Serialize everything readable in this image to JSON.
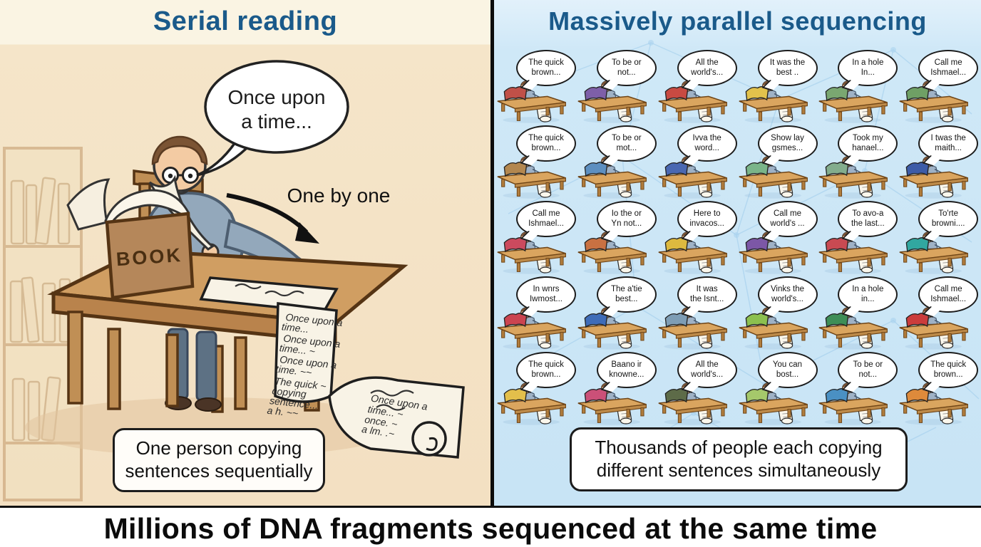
{
  "left_panel": {
    "title": "Serial reading",
    "speech_bubble": [
      "Once upon",
      "a time..."
    ],
    "annotation": "One by one",
    "book_label": "BOOK",
    "scroll_lines": [
      "Once upon a",
      "time...",
      "Once upon a",
      "time... ~",
      "Once upon a",
      "time. ~~",
      "The quick ~",
      "copying",
      "sentence...",
      "a h. ~~"
    ],
    "scroll_tail_lines": [
      "Once upon a",
      "time... ~",
      "once. ~",
      "a lm. .~"
    ],
    "caption": "One person copying\nsentences sequentially"
  },
  "right_panel": {
    "title": "Massively parallel sequencing",
    "caption": "Thousands of people each copying\ndifferent sentences simultaneously",
    "desks": [
      {
        "bubble": "The quick\nbrown...",
        "book_color": "#c05048"
      },
      {
        "bubble": "To be or\nnot...",
        "book_color": "#7e5fa8"
      },
      {
        "bubble": "All the\nworld's...",
        "book_color": "#c84a42"
      },
      {
        "bubble": "It was the\nbest ..",
        "book_color": "#e2c24c"
      },
      {
        "bubble": "In a hole\nIn...",
        "book_color": "#7aa771"
      },
      {
        "bubble": "Call me\nIshmael...",
        "book_color": "#6fa065"
      },
      {
        "bubble": "The quick\nbrown...",
        "book_color": "#b3874f"
      },
      {
        "bubble": "To be or\nmot...",
        "book_color": "#5d8fc0"
      },
      {
        "bubble": "Ivva the\nword...",
        "book_color": "#4a68b2"
      },
      {
        "bubble": "Show lay\ngsmes...",
        "book_color": "#7ab589"
      },
      {
        "bubble": "Took my\nhanael...",
        "book_color": "#83ad8d"
      },
      {
        "bubble": "I twas the\nmaith...",
        "book_color": "#3d5ca8"
      },
      {
        "bubble": "Call me\nIshmael...",
        "book_color": "#cc4a5e"
      },
      {
        "bubble": "Io the or\nYn not...",
        "book_color": "#c97142"
      },
      {
        "bubble": "Here to\ninvacos...",
        "book_color": "#ddb93f"
      },
      {
        "bubble": "Call me\nworld's ...",
        "book_color": "#7c57a6"
      },
      {
        "bubble": "To avo-a\nthe last...",
        "book_color": "#c94a52"
      },
      {
        "bubble": "To'rte\nbrowni....",
        "book_color": "#31a7a0"
      },
      {
        "bubble": "In wnrs\nIwmost...",
        "book_color": "#cb4450"
      },
      {
        "bubble": "The a'tie\nbest...",
        "book_color": "#3f6cb8"
      },
      {
        "bubble": "It was\nthe Isnt...",
        "book_color": "#7e9db5"
      },
      {
        "bubble": "Vinks the\nworld's...",
        "book_color": "#8cc04f"
      },
      {
        "bubble": "In a hole\nin...",
        "book_color": "#3e8e57"
      },
      {
        "bubble": "Call me\nIshmael...",
        "book_color": "#cb3c3c"
      },
      {
        "bubble": "The quick\nbrown...",
        "book_color": "#e3bf4b"
      },
      {
        "bubble": "Baano ir\nknowne...",
        "book_color": "#cb5078"
      },
      {
        "bubble": "All the\nworld's...",
        "book_color": "#5d6b48"
      },
      {
        "bubble": "You can\nbost...",
        "book_color": "#a5c86b"
      },
      {
        "bubble": "To be or\nnot...",
        "book_color": "#4a90c3"
      },
      {
        "bubble": "The quick\nbrown...",
        "book_color": "#de8a3b"
      }
    ]
  },
  "banner": {
    "text": "Millions of DNA fragments sequenced at the same time"
  },
  "colors": {
    "title_blue": "#1a5a8a",
    "left_bg": "#f5e5c9",
    "right_bg": "#cfe8f7",
    "banner_text": "#0b0b0b",
    "desk_wood": "#d09e62",
    "scroll_paper": "#f8f3e6"
  }
}
